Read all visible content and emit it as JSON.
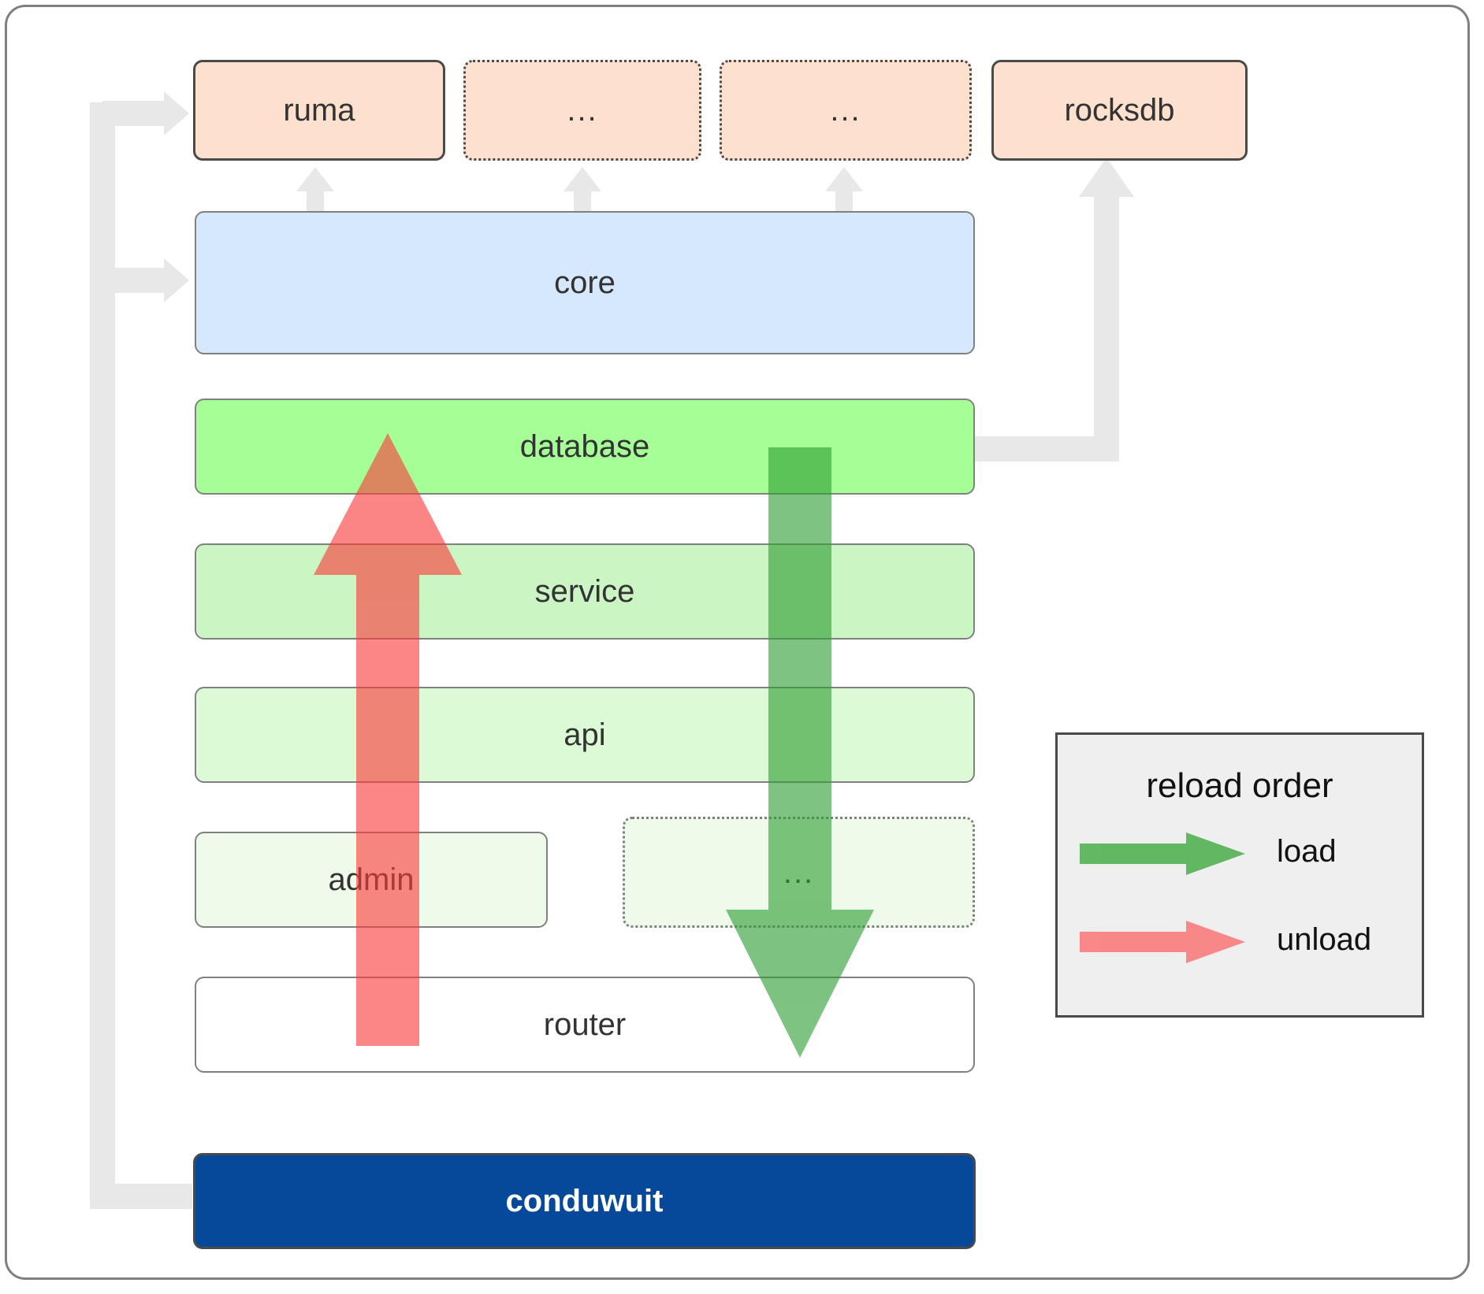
{
  "diagram": {
    "title": "conduwuit crate architecture / reload order",
    "colors": {
      "external_fill": "#fde0ce",
      "external_stroke": "#4a4a4a",
      "core_fill": "#d5e8fd",
      "core_stroke": "#808080",
      "database_fill": "#a6ff96",
      "service_fill": "#ccf5c4",
      "api_fill": "#ddfad6",
      "admin_fill": "#eefbea",
      "ellipsis_fill": "#eefbea",
      "router_fill": "#ffffff",
      "root_fill": "#06499a",
      "root_text": "#ffffff",
      "load_arrow": "#4aae4a",
      "unload_arrow": "#fa7676",
      "dependency_arrow": "#e8e8e8",
      "legend_fill": "#efefef",
      "frame_stroke": "#808080",
      "label_text": "#333333"
    },
    "external_row": [
      {
        "id": "ruma",
        "label": "ruma",
        "border": "solid"
      },
      {
        "id": "ext-ellipsis-1",
        "label": "...",
        "border": "dotted"
      },
      {
        "id": "ext-ellipsis-2",
        "label": "...",
        "border": "dotted"
      },
      {
        "id": "rocksdb",
        "label": "rocksdb",
        "border": "solid"
      }
    ],
    "stack": [
      {
        "id": "core",
        "label": "core",
        "border": "thin"
      },
      {
        "id": "database",
        "label": "database",
        "border": "thin"
      },
      {
        "id": "service",
        "label": "service",
        "border": "thin"
      },
      {
        "id": "api",
        "label": "api",
        "border": "thin"
      },
      {
        "id": "admin",
        "label": "admin",
        "border": "thin"
      },
      {
        "id": "stack-ellipsis",
        "label": "...",
        "border": "thin-dotted"
      },
      {
        "id": "router",
        "label": "router",
        "border": "thin"
      }
    ],
    "root": {
      "id": "conduwuit",
      "label": "conduwuit"
    },
    "legend": {
      "title": "reload order",
      "items": [
        {
          "id": "load",
          "label": "load",
          "color": "#4aae4a"
        },
        {
          "id": "unload",
          "label": "unload",
          "color": "#fa7676"
        }
      ]
    }
  }
}
